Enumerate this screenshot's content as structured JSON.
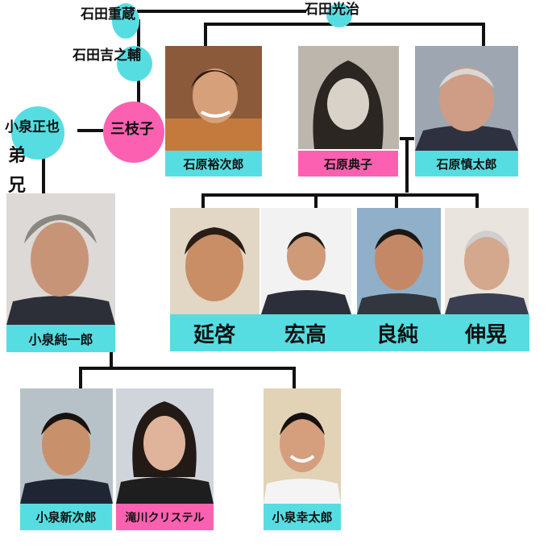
{
  "colors": {
    "male": "#56dde2",
    "female": "#fb61b0",
    "line": "#111111"
  },
  "ancestors": {
    "ishida_juzo": "石田重蔵",
    "ishida_mitsuharu": "石田光治",
    "ishida_kichinosuke": "石田吉之輔",
    "mieko": "三枝子",
    "koizumi_masaya": "小泉正也"
  },
  "relations": {
    "younger_brother": "弟",
    "older_brother": "兄"
  },
  "people": {
    "yujiro": "石原裕次郎",
    "noriko": "石原典子",
    "shintaro": "石原慎太郎",
    "junichiro": "小泉純一郎",
    "shinjiro": "小泉新次郎",
    "christel": "滝川クリステル",
    "kotaro": "小泉幸太郎"
  },
  "sons": [
    "延啓",
    "宏高",
    "良純",
    "伸晃"
  ],
  "photo_subjects": [
    "portrait",
    "portrait",
    "portrait",
    "portrait",
    "portrait",
    "portrait",
    "portrait",
    "portrait",
    "portrait",
    "portrait",
    "portrait"
  ]
}
